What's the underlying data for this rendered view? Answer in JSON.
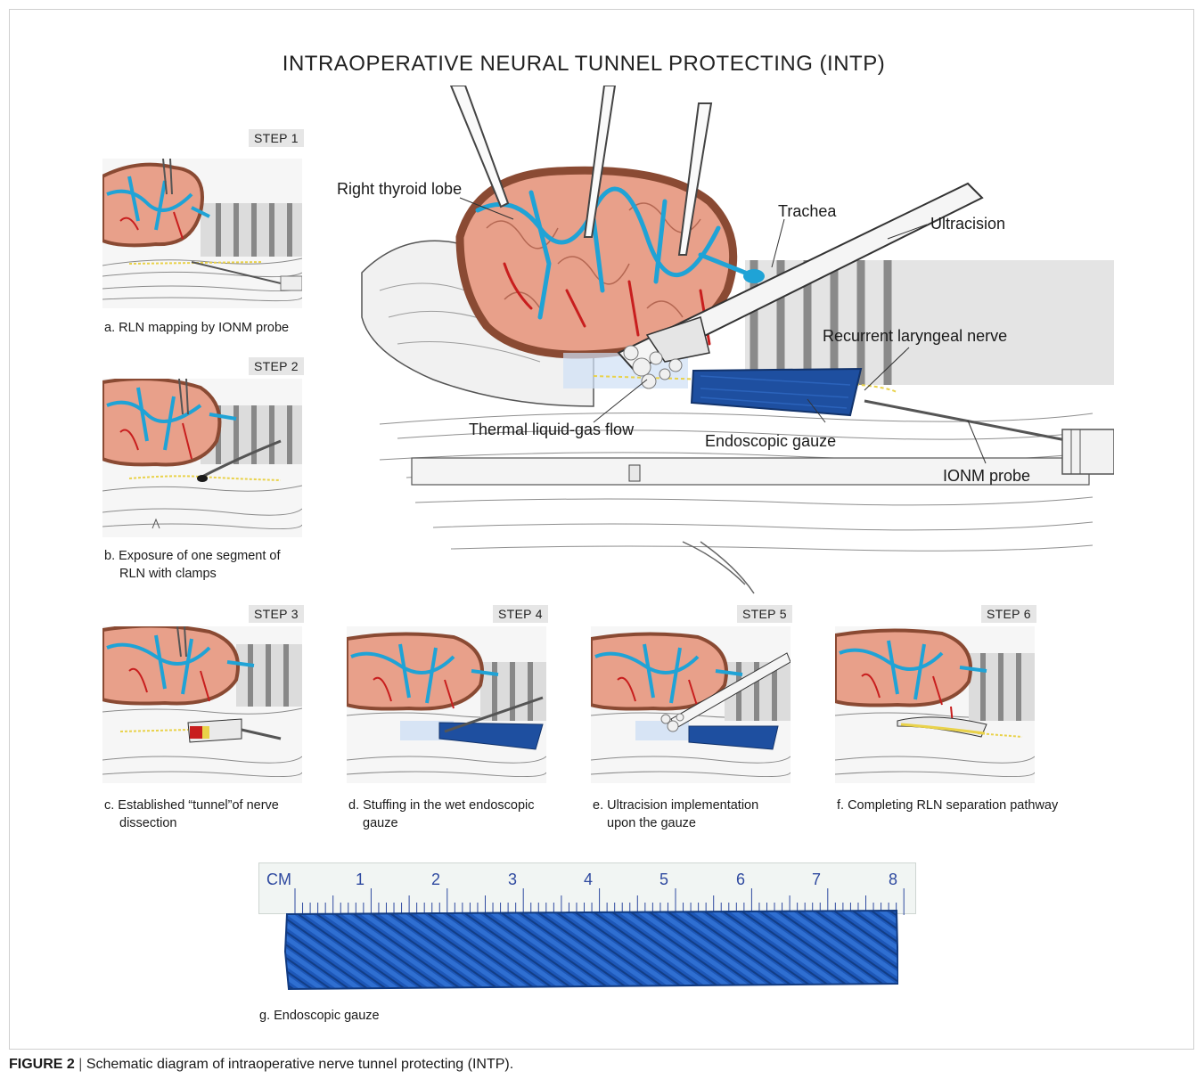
{
  "title": "INTRAOPERATIVE NEURAL TUNNEL PROTECTING (INTP)",
  "main_labels": {
    "thyroid": "Right thyroid lobe",
    "trachea": "Trachea",
    "ultracision": "Ultracision",
    "rln": "Recurrent laryngeal nerve",
    "thermal": "Thermal liquid-gas flow",
    "gauze": "Endoscopic gauze",
    "probe": "IONM probe"
  },
  "steps": [
    {
      "tag": "STEP 1",
      "caption": "a. RLN mapping by IONM probe",
      "caption2": ""
    },
    {
      "tag": "STEP 2",
      "caption": "b. Exposure of one segment of",
      "caption2": "RLN with clamps"
    },
    {
      "tag": "STEP 3",
      "caption": "c. Established “tunnel”of nerve",
      "caption2": "dissection"
    },
    {
      "tag": "STEP 4",
      "caption": "d. Stuffing in the wet endoscopic",
      "caption2": "gauze"
    },
    {
      "tag": "STEP 5",
      "caption": "e. Ultracision implementation",
      "caption2": "upon the gauze"
    },
    {
      "tag": "STEP 6",
      "caption": "f. Completing RLN separation pathway",
      "caption2": ""
    }
  ],
  "ruler": {
    "unit": "CM",
    "marks": [
      "1",
      "2",
      "3",
      "4",
      "5",
      "6",
      "7",
      "8"
    ]
  },
  "gauze_caption": "g. Endoscopic gauze",
  "figure_caption": {
    "label": "FIGURE 2",
    "separator": "|",
    "text": "Schematic diagram of intraoperative nerve tunnel protecting (INTP)."
  },
  "colors": {
    "thyroid": "#e8a08a",
    "thyroid_dark": "#8a4a33",
    "vein": "#1fa3d6",
    "artery": "#c81e1e",
    "gauze": "#1e4fa0",
    "nerve": "#e9d24a"
  }
}
